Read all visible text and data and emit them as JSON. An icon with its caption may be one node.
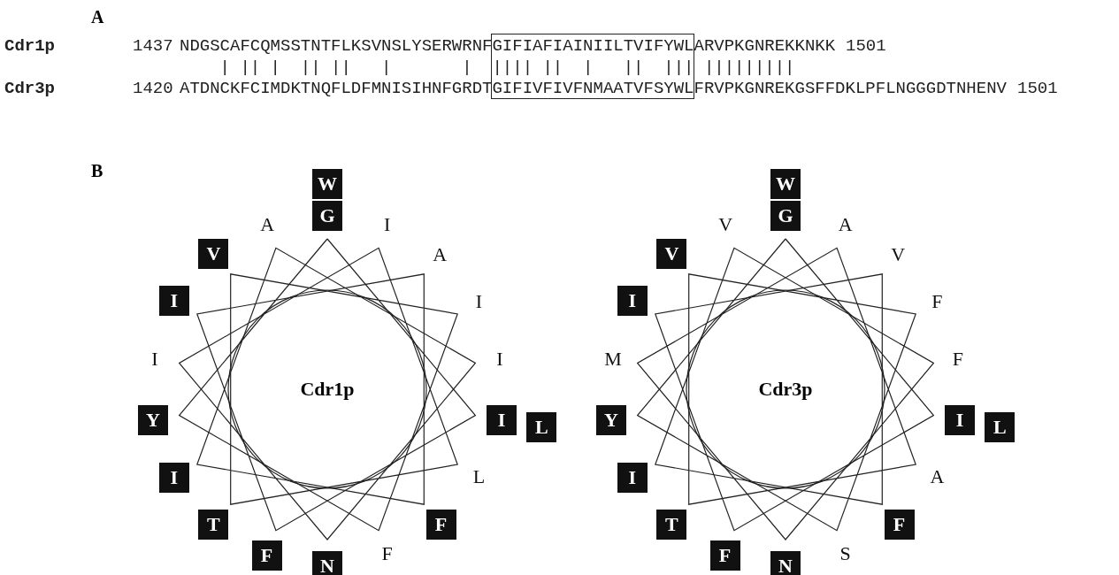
{
  "diagram": {
    "nodes": [
      {
        "text": [
          "Cdr1p"
        ]
      },
      {
        "text": [
          "W"
        ]
      },
      {
        "text": [
          "G"
        ]
      },
      {
        "text": [
          "V"
        ]
      },
      {
        "text": [
          "I"
        ]
      },
      {
        "text": [
          "Y"
        ]
      },
      {
        "text": [
          "I"
        ]
      },
      {
        "text": [
          "L"
        ]
      },
      {
        "text": [
          "I"
        ]
      },
      {
        "text": [
          "T"
        ]
      },
      {
        "text": [
          "F"
        ]
      },
      {
        "text": [
          "F"
        ]
      },
      {
        "text": [
          "N"
        ]
      },
      {
        "text": [
          "Cdr3p"
        ]
      },
      {
        "text": [
          "W"
        ]
      },
      {
        "text": [
          "G"
        ]
      },
      {
        "text": [
          "V"
        ]
      },
      {
        "text": [
          "I"
        ]
      },
      {
        "text": [
          "Y"
        ]
      },
      {
        "text": [
          "I"
        ]
      },
      {
        "text": [
          "L"
        ]
      },
      {
        "text": [
          "I"
        ]
      },
      {
        "text": [
          "T"
        ]
      },
      {
        "text": [
          "F"
        ]
      },
      {
        "text": [
          "F"
        ]
      },
      {
        "text": [
          "N"
        ]
      }
    ],
    "edges": [],
    "labels": [
      "A",
      "Cdr1p",
      "1437",
      "NDGSCAFCQMSSTNTFLKSVNSLYSERWRNFGIFIAFIAINIILTVIFYWLARVPKGNREKKNKK",
      "1501",
      "    | || |  || ||   |       |  |||| ||  |   ||  ||| |||||||||",
      "Cdr3p",
      "1420",
      "ATDNCKFCIMDKTNQFLDFMNISIHNFGRDTGIFIVFIVFNMAATVFSYWLFRVPKGNREKGSFFDKLPFLNGGGDTNHENV",
      "1501",
      "B",
      "A",
      "I",
      "A",
      "I",
      "I",
      "I",
      "L",
      "F",
      "V",
      "A",
      "V",
      "F",
      "M",
      "F",
      "A",
      "S"
    ]
  }
}
